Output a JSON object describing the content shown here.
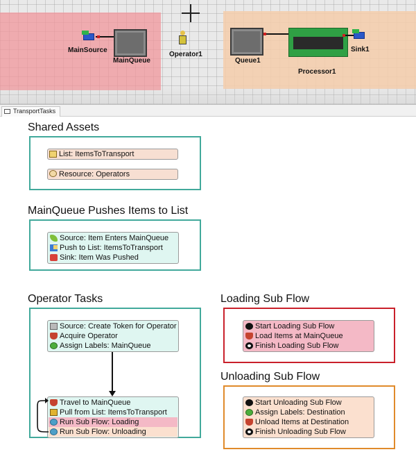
{
  "view3d": {
    "labels": {
      "main_source": "MainSource",
      "main_queue": "MainQueue",
      "operator": "Operator1",
      "queue1": "Queue1",
      "processor": "Processor1",
      "sink": "Sink1"
    },
    "zone_colors": {
      "left": "#f0969b",
      "right": "#f4cdaa"
    }
  },
  "tab": {
    "label": "TransportTasks",
    "icon": "process-flow-icon"
  },
  "sections": {
    "shared_assets": {
      "title": "Shared Assets",
      "items": [
        {
          "label": "List: ItemsToTransport",
          "icon": "list-icon"
        },
        {
          "label": "Resource: Operators",
          "icon": "resource-icon"
        }
      ]
    },
    "mainqueue_push": {
      "title": "MainQueue Pushes Items to List",
      "items": [
        {
          "label": "Source: Item Enters MainQueue",
          "icon": "source-icon"
        },
        {
          "label": "Push to List: ItemsToTransport",
          "icon": "push-icon"
        },
        {
          "label": "Sink: Item Was Pushed",
          "icon": "sink-icon"
        }
      ]
    },
    "operator_tasks": {
      "title": "Operator Tasks",
      "block1": [
        {
          "label": "Source: Create Token for Operator",
          "icon": "token-source-icon"
        },
        {
          "label": "Acquire Operator",
          "icon": "acquire-icon"
        },
        {
          "label": "Assign Labels: MainQueue",
          "icon": "assign-labels-icon"
        }
      ],
      "block2": [
        {
          "label": "Travel to MainQueue",
          "icon": "travel-icon"
        },
        {
          "label": "Pull from List: ItemsToTransport",
          "icon": "pull-icon"
        },
        {
          "label": "Run Sub Flow: Loading",
          "icon": "subflow-icon"
        },
        {
          "label": "Run Sub Flow: Unloading",
          "icon": "subflow-icon"
        }
      ]
    },
    "loading": {
      "title": "Loading Sub Flow",
      "items": [
        {
          "label": "Start Loading Sub Flow",
          "icon": "start-icon"
        },
        {
          "label": "Load Items at MainQueue",
          "icon": "load-icon"
        },
        {
          "label": "Finish Loading Sub Flow",
          "icon": "finish-icon"
        }
      ]
    },
    "unloading": {
      "title": "Unloading Sub Flow",
      "items": [
        {
          "label": "Start Unloading Sub Flow",
          "icon": "start-icon"
        },
        {
          "label": "Assign Labels: Destination",
          "icon": "assign-labels-icon"
        },
        {
          "label": "Unload Items at Destination",
          "icon": "unload-icon"
        },
        {
          "label": "Finish Unloading Sub Flow",
          "icon": "finish-icon"
        }
      ]
    }
  },
  "colors": {
    "frame_teal": "#41a99b",
    "frame_red": "#c9202a",
    "frame_orange": "#e08a2a",
    "highlight_loading": "#f4b9c6",
    "highlight_unloading": "#fbe0cf",
    "activity_bg": "#dff6f1"
  }
}
